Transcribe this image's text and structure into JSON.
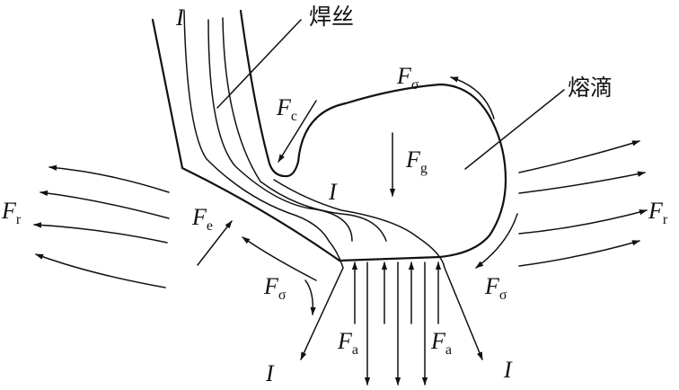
{
  "labels": {
    "current_top": "I",
    "current_mid": "I",
    "current_bottom_left": "I",
    "current_bottom_right": "I",
    "wire": "焊丝",
    "droplet": "熔滴",
    "F_sigma_top": {
      "main": "F",
      "sub": "σ"
    },
    "F_c": {
      "main": "F",
      "sub": "c"
    },
    "F_g": {
      "main": "F",
      "sub": "g"
    },
    "F_r_left": {
      "main": "F",
      "sub": "r"
    },
    "F_r_right": {
      "main": "F",
      "sub": "r"
    },
    "F_e": {
      "main": "F",
      "sub": "e"
    },
    "F_sigma_left": {
      "main": "F",
      "sub": "σ"
    },
    "F_sigma_right": {
      "main": "F",
      "sub": "σ"
    },
    "F_a_left": {
      "main": "F",
      "sub": "a"
    },
    "F_a_right": {
      "main": "F",
      "sub": "a"
    }
  }
}
